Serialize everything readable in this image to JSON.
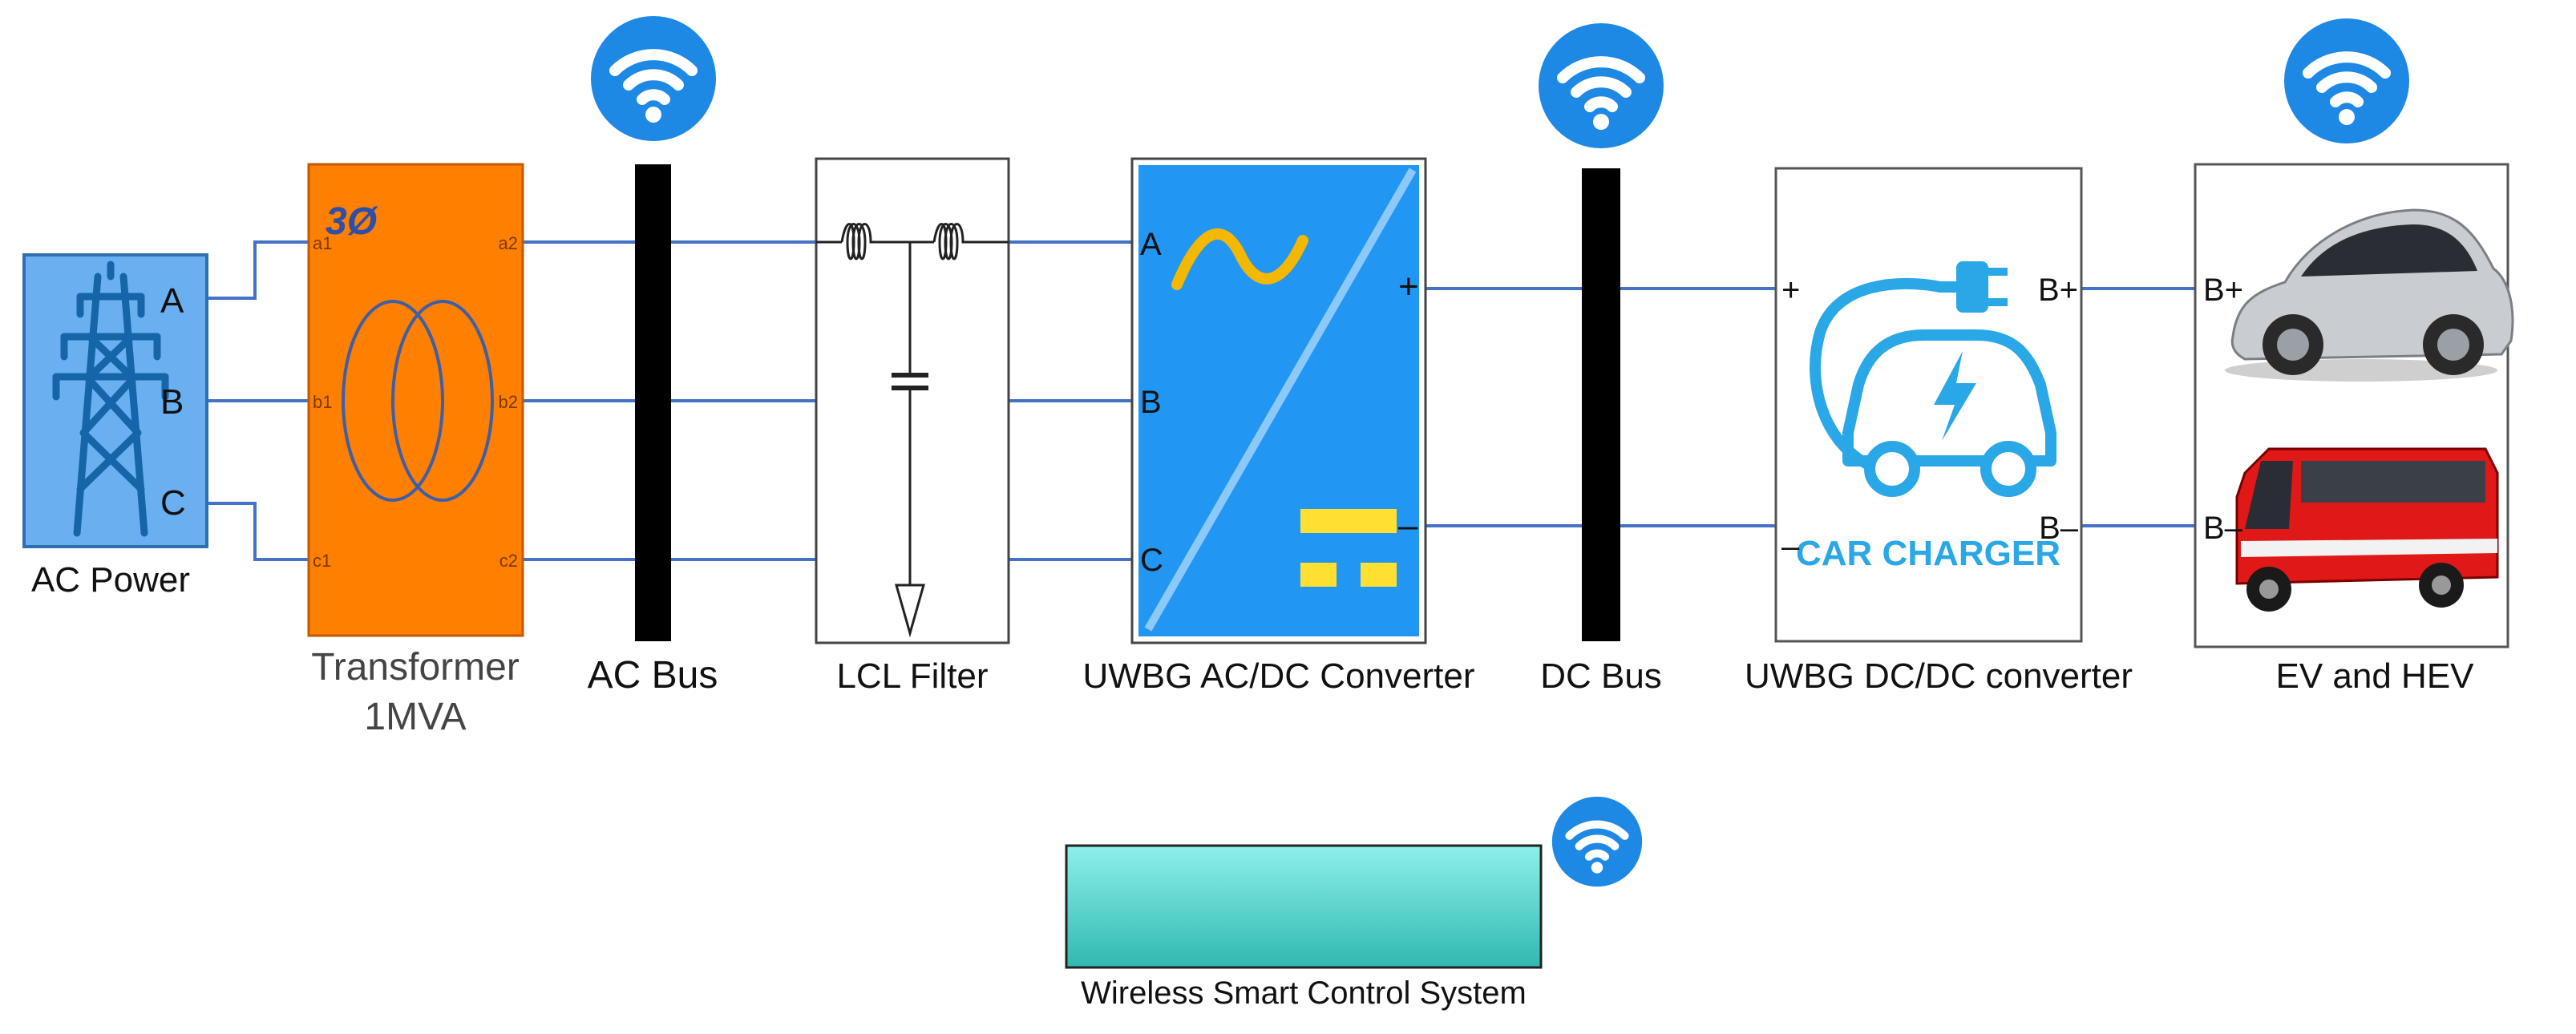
{
  "blocks": {
    "ac_power": {
      "label": "AC Power",
      "ports": [
        "A",
        "B",
        "C"
      ]
    },
    "transformer": {
      "label_line1": "Transformer",
      "label_line2": "1MVA",
      "symbol": "3Ø",
      "ports_left": [
        "a1",
        "b1",
        "c1"
      ],
      "ports_right": [
        "a2",
        "b2",
        "c2"
      ]
    },
    "ac_bus": {
      "label": "AC Bus"
    },
    "lcl_filter": {
      "label": "LCL Filter"
    },
    "acdc_converter": {
      "label": "UWBG AC/DC Converter",
      "ports_left": [
        "A",
        "B",
        "C"
      ],
      "port_plus": "+",
      "port_minus": "–"
    },
    "dc_bus": {
      "label": "DC Bus"
    },
    "dcdc_converter": {
      "label": "UWBG DC/DC converter",
      "port_plus": "+",
      "port_minus": "–",
      "port_bplus": "B+",
      "port_bminus": "B–",
      "logo_text": "CAR CHARGER"
    },
    "ev": {
      "label": "EV and HEV",
      "port_bplus": "B+",
      "port_bminus": "B–"
    },
    "control": {
      "label": "Wireless Smart Control System"
    }
  },
  "icons": [
    "wifi-icon",
    "transmission-tower-icon",
    "car-charger-icon",
    "car-icon",
    "bus-icon"
  ],
  "colors": {
    "wire": "#4472c4",
    "ac_power_fill": "#6ab0f0",
    "transformer_fill": "#ff7f00",
    "converter_fill": "#2196f3",
    "bus_fill": "#000000",
    "wifi": "#1e88e5",
    "control_fill": "#5fd9d0",
    "charger_blue": "#2aa7e6"
  }
}
